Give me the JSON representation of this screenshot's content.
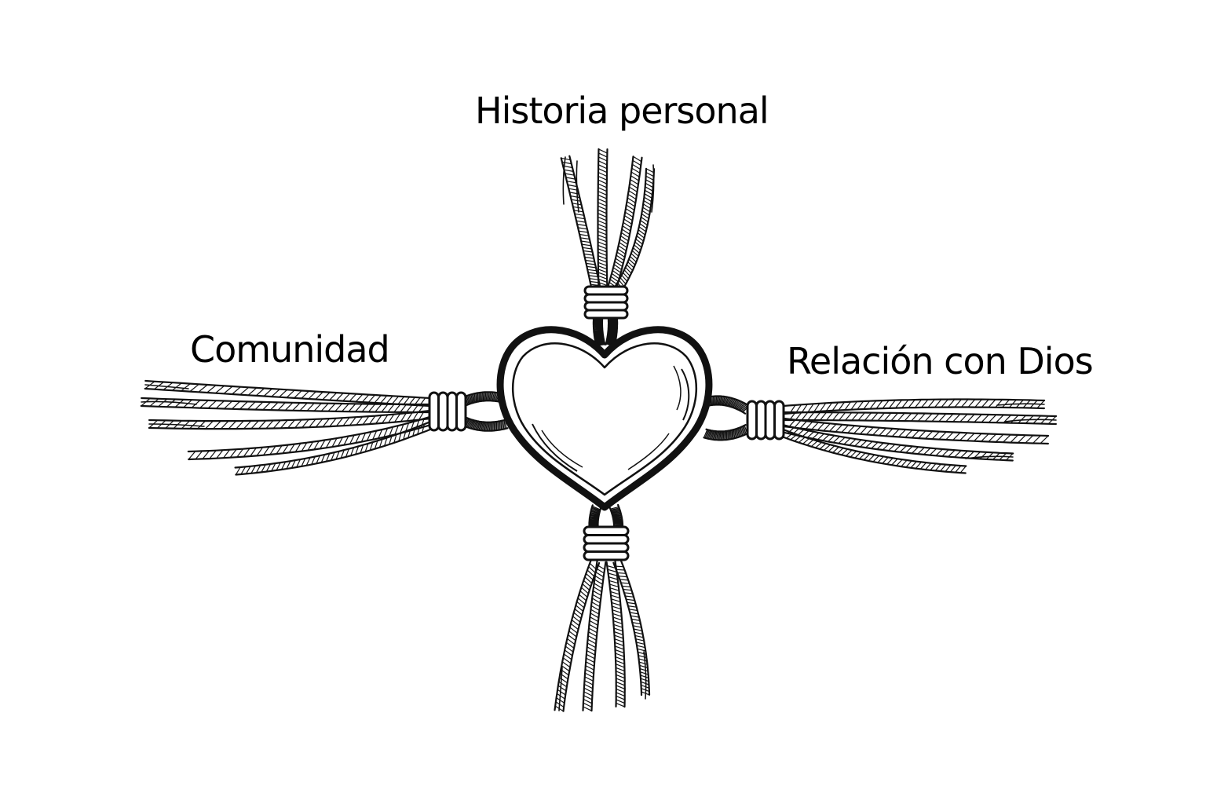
{
  "diagram": {
    "labels": {
      "top": "Historia personal",
      "left": "Comunidad",
      "right": "Relación con Dios"
    },
    "center_icon": "heart-icon",
    "strand_icon": "rope-strand",
    "knot_icon": "rope-knot",
    "colors": {
      "ink": "#111111",
      "heart_fill": "#ffffff",
      "background": "#ffffff"
    }
  }
}
